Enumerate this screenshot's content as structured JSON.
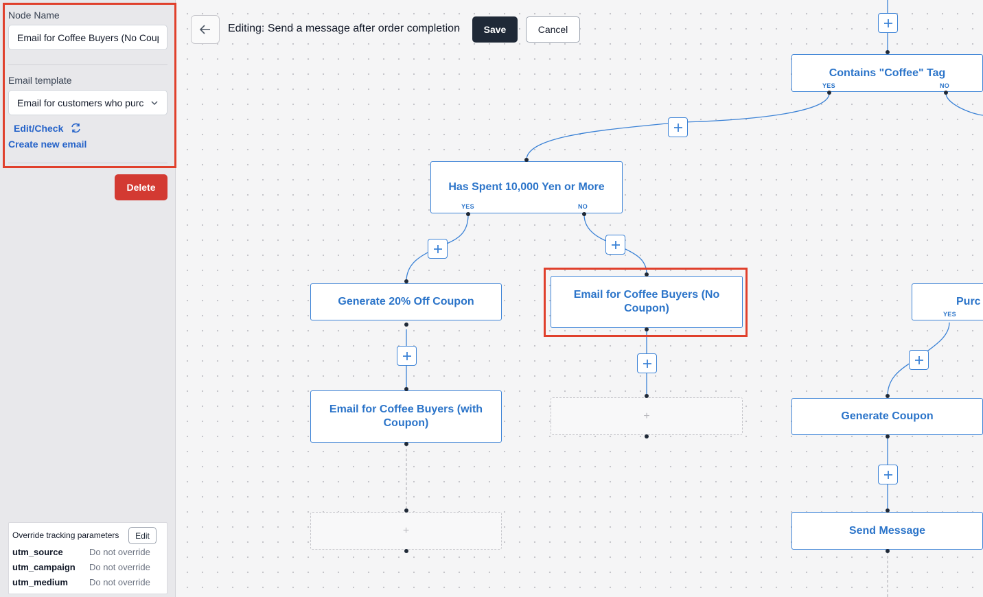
{
  "sidebar": {
    "node_name_label": "Node Name",
    "node_name_value": "Email for Coffee Buyers (No Coupon)",
    "email_template_label": "Email template",
    "email_template_value": "Email for customers who purchased coffee",
    "edit_check_label": "Edit/Check",
    "create_new_email_label": "Create new email",
    "delete_label": "Delete",
    "tracking": {
      "title": "Override tracking parameters",
      "edit_label": "Edit",
      "rows": [
        {
          "key": "utm_source",
          "value": "Do not override"
        },
        {
          "key": "utm_campaign",
          "value": "Do not override"
        },
        {
          "key": "utm_medium",
          "value": "Do not override"
        }
      ]
    }
  },
  "toolbar": {
    "title": "Editing: Send a message after order completion",
    "save_label": "Save",
    "cancel_label": "Cancel"
  },
  "flow": {
    "nodes": {
      "contains_coffee": "Contains \"Coffee\" Tag",
      "spent_10000": "Has Spent 10,000 Yen or More",
      "gen_20_coupon": "Generate 20% Off Coupon",
      "email_no_coupon": "Email for Coffee Buyers (No Coupon)",
      "email_with_coupon": "Email for Coffee Buyers (with Coupon)",
      "purchase_partial": "Purc",
      "generate_coupon": "Generate Coupon",
      "send_message": "Send Message",
      "empty_symbol": "+"
    },
    "branch_yes": "YES",
    "branch_no": "NO"
  },
  "colors": {
    "accent": "#3b82d6",
    "highlight": "#e0402c",
    "danger": "#d33a32",
    "primary_dark": "#1f2937"
  }
}
